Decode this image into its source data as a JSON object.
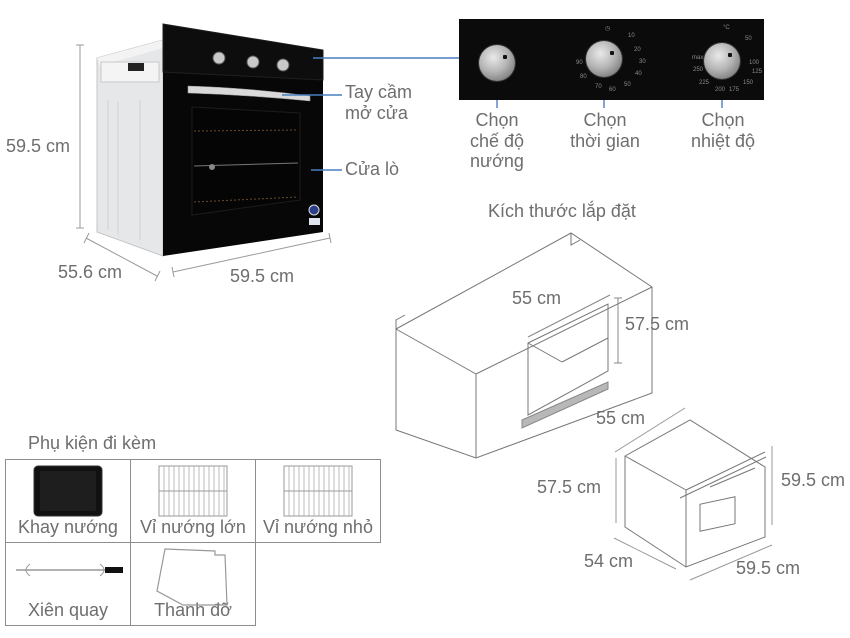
{
  "oven_photo": {
    "height_label": "59.5 cm",
    "depth_label": "55.6 cm",
    "width_label": "59.5 cm",
    "callouts": {
      "handle": "Tay cầm\nmở cửa",
      "handle_line1": "Tay cầm",
      "handle_line2": "mở cửa",
      "door": "Cửa lò"
    },
    "colors": {
      "callout_line": "#4a7fc1",
      "oven_body": "#0a0a0a",
      "dimension_line": "#9a9a9a"
    }
  },
  "control_panel": {
    "knobs": [
      {
        "name": "mode",
        "line1": "Chọn",
        "line2": "chế độ",
        "line3": "nướng"
      },
      {
        "name": "time",
        "line1": "Chọn",
        "line2": "thời gian",
        "ticks": [
          "10",
          "20",
          "30",
          "40",
          "50",
          "60",
          "70",
          "80",
          "90"
        ]
      },
      {
        "name": "temperature",
        "line1": "Chọn",
        "line2": "nhiệt độ",
        "ticks": [
          "50",
          "100",
          "125",
          "150",
          "175",
          "200",
          "225",
          "250",
          "max"
        ]
      }
    ]
  },
  "installation": {
    "title": "Kích thước lắp đặt",
    "cabinet_width": "55 cm",
    "cabinet_height": "57.5 cm",
    "oven_top_width": "55 cm",
    "oven_side_height": "57.5 cm",
    "oven_front_height": "59.5 cm",
    "oven_depth": "54 cm",
    "oven_front_width": "59.5 cm"
  },
  "accessories": {
    "title": "Phụ kiện đi kèm",
    "items": [
      {
        "label": "Khay nướng",
        "icon": "baking-tray-icon"
      },
      {
        "label": "Vỉ nướng lớn",
        "icon": "large-grill-rack-icon"
      },
      {
        "label": "Vỉ nướng nhỏ",
        "icon": "small-grill-rack-icon"
      },
      {
        "label": "Xiên quay",
        "icon": "rotisserie-spit-icon"
      },
      {
        "label": "Thanh đỡ",
        "icon": "support-rail-icon"
      }
    ]
  }
}
